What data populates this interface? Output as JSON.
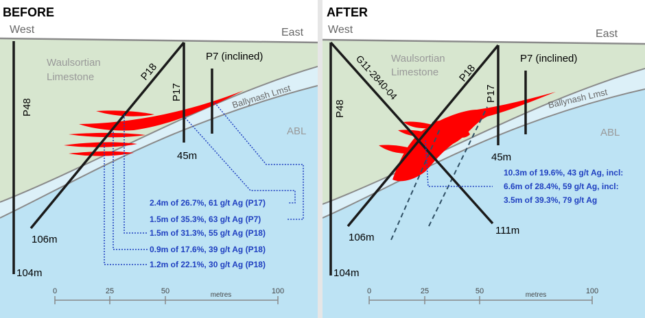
{
  "panels": {
    "before": {
      "title": "BEFORE",
      "west": "West",
      "east": "East",
      "geology": {
        "waulsortian_1": "Waulsortian",
        "waulsortian_2": "Limestone",
        "ballynash": "Ballynash Lmst",
        "abl": "ABL"
      },
      "holes": {
        "p48": "P48",
        "p18": "P18",
        "p17": "P17",
        "p7": "P7 (inclined)"
      },
      "depths": {
        "d45": "45m",
        "d106": "106m",
        "d104": "104m"
      },
      "intercepts": [
        "2.4m of 26.7%, 61 g/t Ag (P17)",
        "1.5m of 35.3%, 63 g/t Ag (P7)",
        "1.5m of 31.3%, 55 g/t Ag (P18)",
        "0.9m of 17.6%, 39 g/t Ag (P18)",
        "1.2m of 22.1%, 30 g/t Ag (P18)"
      ],
      "scale": {
        "ticks": [
          "0",
          "25",
          "50",
          "100"
        ],
        "unit": "metres"
      }
    },
    "after": {
      "title": "AFTER",
      "west": "West",
      "east": "East",
      "geology": {
        "waulsortian_1": "Waulsortian",
        "waulsortian_2": "Limestone",
        "ballynash": "Ballynash Lmst",
        "abl": "ABL"
      },
      "holes": {
        "p48": "P48",
        "g11": "G11-2840-04",
        "p18": "P18",
        "p17": "P17",
        "p7": "P7 (inclined)"
      },
      "depths": {
        "d45": "45m",
        "d106": "106m",
        "d104": "104m",
        "d111": "111m"
      },
      "intercepts": [
        "10.3m of 19.6%, 43 g/t Ag, incl:",
        "6.6m of 28.4%, 59 g/t Ag, incl:",
        "3.5m of 39.3%, 79 g/t Ag"
      ],
      "scale": {
        "ticks": [
          "0",
          "25",
          "50",
          "100"
        ],
        "unit": "metres"
      }
    }
  },
  "colors": {
    "limestone": "#d7e6cf",
    "ballynash": "#dcf0f8",
    "abl": "#bde3f4",
    "ore": "#ff0000",
    "annotation": "#1f3fc0",
    "boundary": "#8a8a8a"
  }
}
